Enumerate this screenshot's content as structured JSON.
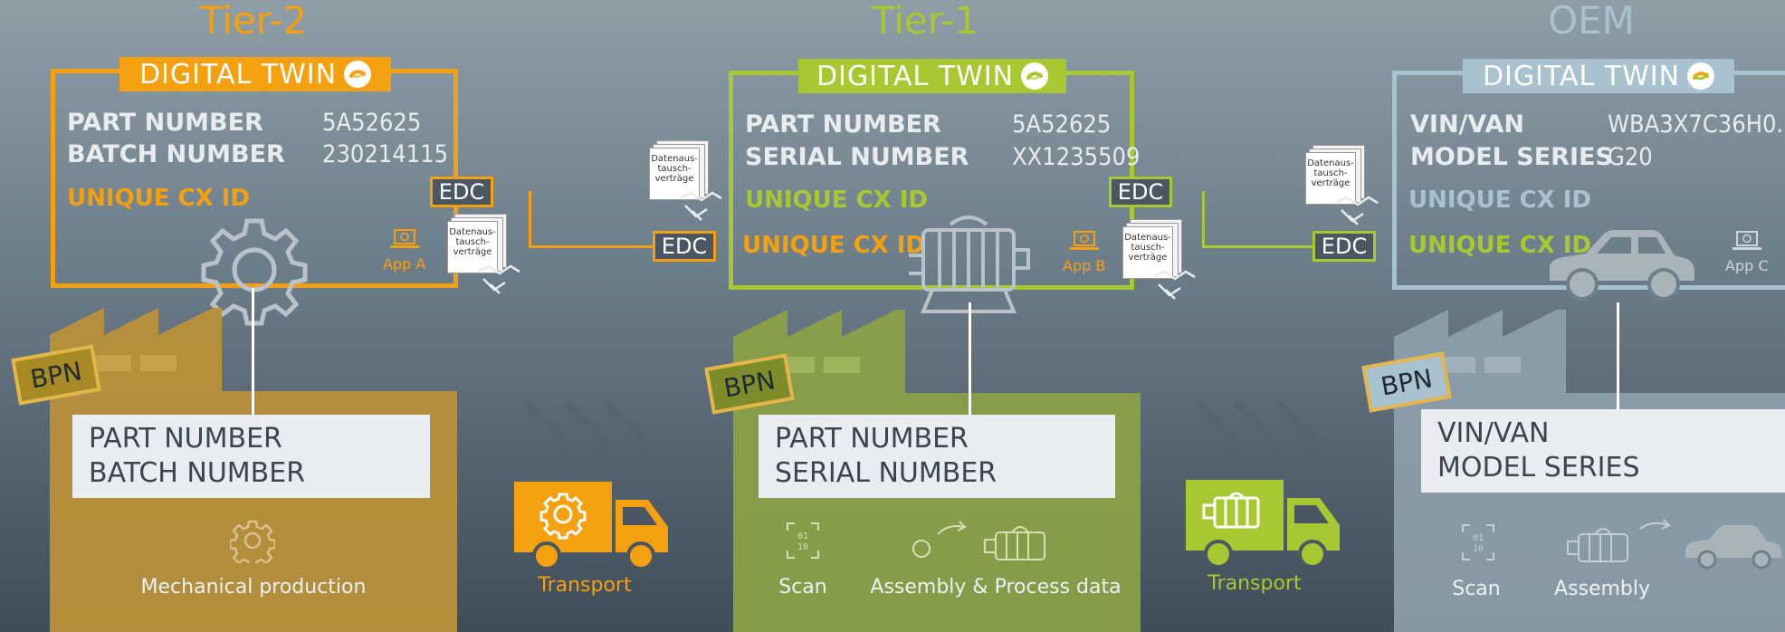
{
  "tiers": {
    "tier2": {
      "title": "Tier-2",
      "header": "DIGITAL TWIN",
      "row1_label": "PART NUMBER",
      "row1_value": "5A52625",
      "row2_label": "BATCH NUMBER",
      "row2_value": "230214115",
      "cxid": "UNIQUE CX ID",
      "edc": "EDC",
      "app": "App A",
      "bpn": "BPN",
      "info_line1": "PART NUMBER",
      "info_line2": "BATCH NUMBER",
      "caption": "Mechanical production"
    },
    "tier1": {
      "title": "Tier-1",
      "header": "DIGITAL TWIN",
      "row1_label": "PART NUMBER",
      "row1_value": "5A52625",
      "row2_label": "SERIAL NUMBER",
      "row2_value": "XX1235509",
      "cxid": "UNIQUE CX ID",
      "cxid_incoming": "UNIQUE CX  ID",
      "edc_in": "EDC",
      "edc_out": "EDC",
      "app": "App B",
      "bpn": "BPN",
      "info_line1": "PART NUMBER",
      "info_line2": "SERIAL NUMBER",
      "caption_scan": "Scan",
      "caption_assembly": "Assembly & Process data"
    },
    "oem": {
      "title": "OEM",
      "header": "DIGITAL TWIN",
      "row1_label": "VIN/VAN",
      "row1_value": "WBA3X7C36H0...",
      "row2_label": "MODEL SERIES",
      "row2_value": "G20",
      "cxid": "UNIQUE CX ID",
      "cxid_incoming": "UNIQUE CX ID",
      "edc_in": "EDC",
      "app": "App C",
      "bpn": "BPN",
      "info_line1": "VIN/VAN",
      "info_line2": "MODEL SERIES",
      "caption_scan": "Scan",
      "caption_assembly": "Assembly"
    }
  },
  "contracts": {
    "line1": "Datenaus-",
    "line2": "tausch-",
    "line3": "verträge"
  },
  "transport": {
    "label1": "Transport",
    "label2": "Transport"
  },
  "colors": {
    "tier2": "#f5a00f",
    "tier1": "#a8c832",
    "oem": "#a9c2cf",
    "edc_bg": "#4a5762"
  }
}
